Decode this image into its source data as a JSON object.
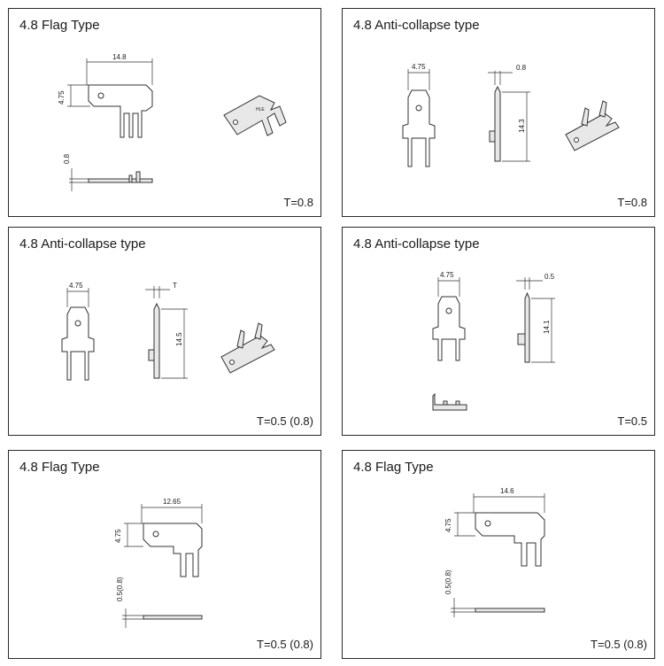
{
  "panels": [
    {
      "title": "4.8 Flag Type",
      "thickness": "T=0.8",
      "dims": {
        "width": "14.8",
        "height": "4.75",
        "thick": "0.8"
      },
      "iso_label": "HLE"
    },
    {
      "title": "4.8 Anti-collapse type",
      "thickness": "T=0.8",
      "dims": {
        "width": "4.75",
        "thick": "0.8",
        "length": "14.3"
      }
    },
    {
      "title": "4.8 Anti-collapse type",
      "thickness": "T=0.5 (0.8)",
      "dims": {
        "width": "4.75",
        "thick": "T",
        "length": "14.5"
      }
    },
    {
      "title": "4.8 Anti-collapse type",
      "thickness": "T=0.5",
      "dims": {
        "width": "4.75",
        "thick": "0.5",
        "length": "14.1"
      }
    },
    {
      "title": "4.8 Flag Type",
      "thickness": "T=0.5 (0.8)",
      "dims": {
        "width": "12.65",
        "height": "4.75",
        "thick": "0.5(0.8)"
      }
    },
    {
      "title": "4.8 Flag Type",
      "thickness": "T=0.5 (0.8)",
      "dims": {
        "width": "14.6",
        "height": "4.75",
        "thick": "0.5(0.8)"
      }
    }
  ]
}
